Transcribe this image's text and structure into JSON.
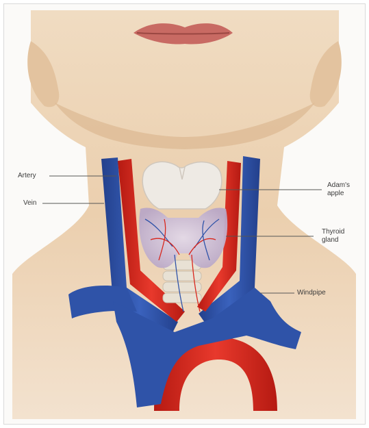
{
  "diagram": {
    "labels": {
      "artery": "Artery",
      "vein": "Vein",
      "adams_apple_line1": "Adam's",
      "adams_apple_line2": "apple",
      "thyroid_line1": "Thyroid",
      "thyroid_line2": "gland",
      "windpipe": "Windpipe"
    },
    "colors": {
      "skin": "#ecd3b4",
      "skin_shadow": "#d9b28d",
      "artery": "#d9261c",
      "vein": "#2f53a8",
      "cartilage": "#eeeae4",
      "thyroid": "#cfc2d6",
      "lips": "#c86a63",
      "leader_line": "#555555"
    }
  }
}
